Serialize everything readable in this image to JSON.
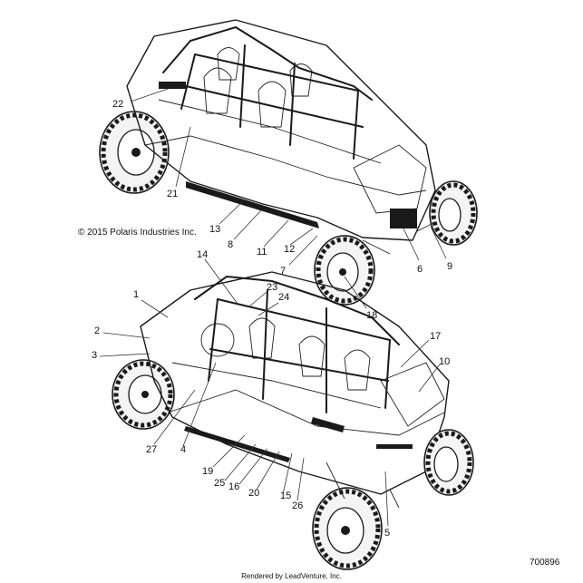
{
  "copyright": "© 2015 Polaris Industries Inc.",
  "diagram_number": "700896",
  "rendered_by": "Rendered by LeadVenture, Inc.",
  "callouts": [
    {
      "id": "c22",
      "label": "22"
    },
    {
      "id": "c21",
      "label": "21"
    },
    {
      "id": "c13",
      "label": "13"
    },
    {
      "id": "c8",
      "label": "8"
    },
    {
      "id": "c11",
      "label": "11"
    },
    {
      "id": "c12",
      "label": "12"
    },
    {
      "id": "c7",
      "label": "7"
    },
    {
      "id": "c6",
      "label": "6"
    },
    {
      "id": "c9",
      "label": "9"
    },
    {
      "id": "c14",
      "label": "14"
    },
    {
      "id": "c23",
      "label": "23"
    },
    {
      "id": "c24",
      "label": "24"
    },
    {
      "id": "c1",
      "label": "1"
    },
    {
      "id": "c2",
      "label": "2"
    },
    {
      "id": "c3",
      "label": "3"
    },
    {
      "id": "c18",
      "label": "18"
    },
    {
      "id": "c17",
      "label": "17"
    },
    {
      "id": "c10",
      "label": "10"
    },
    {
      "id": "c27",
      "label": "27"
    },
    {
      "id": "c4",
      "label": "4"
    },
    {
      "id": "c19",
      "label": "19"
    },
    {
      "id": "c25",
      "label": "25"
    },
    {
      "id": "c16",
      "label": "16"
    },
    {
      "id": "c20",
      "label": "20"
    },
    {
      "id": "c15",
      "label": "15"
    },
    {
      "id": "c26",
      "label": "26"
    },
    {
      "id": "c5",
      "label": "5"
    }
  ]
}
